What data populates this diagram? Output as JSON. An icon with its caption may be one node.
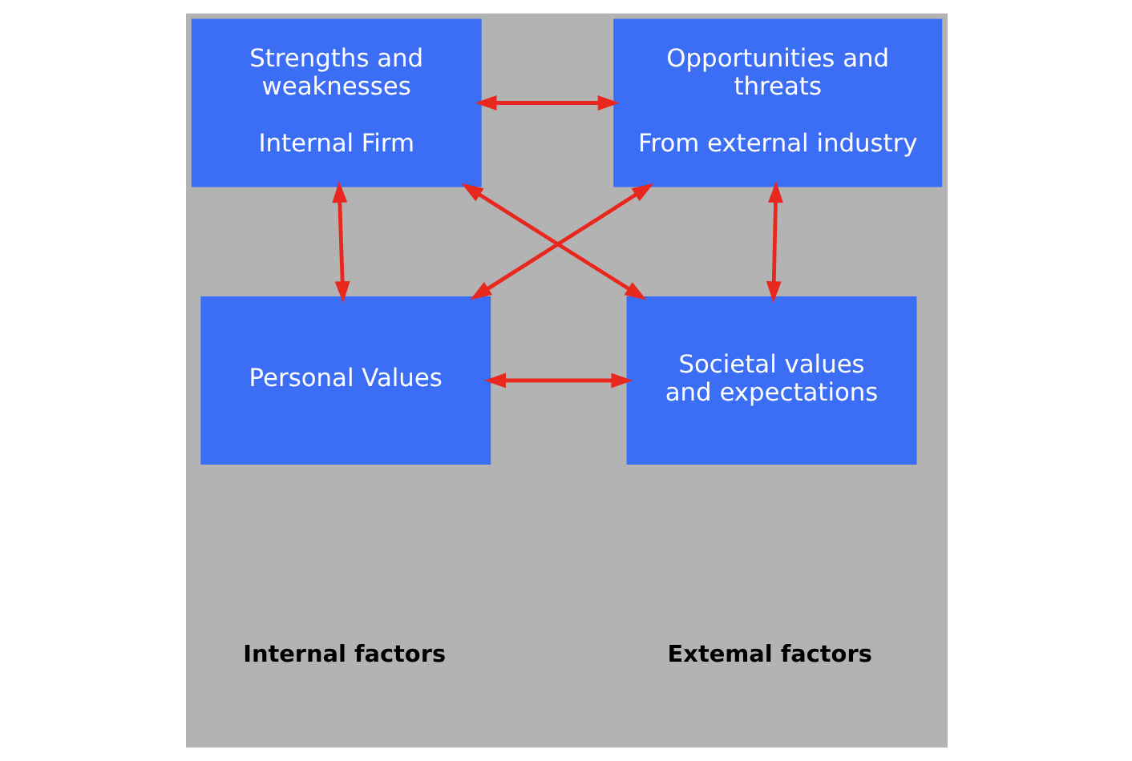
{
  "diagram": {
    "nodes": [
      {
        "text": [
          "Strengths and weaknesses",
          "Internal Firm"
        ]
      },
      {
        "text": [
          "Opportunities and threats",
          "From external industry"
        ]
      },
      {
        "text": [
          "Personal Values"
        ]
      },
      {
        "text": [
          "Societal values and expectations"
        ]
      }
    ],
    "edges": [
      {
        "from": 0,
        "to": 1,
        "arrow": "both"
      },
      {
        "from": 0,
        "to": 2,
        "arrow": "both"
      },
      {
        "from": 1,
        "to": 3,
        "arrow": "both"
      },
      {
        "from": 0,
        "to": 3,
        "arrow": "both"
      },
      {
        "from": 1,
        "to": 2,
        "arrow": "both"
      },
      {
        "from": 2,
        "to": 3,
        "arrow": "both"
      }
    ],
    "labels": [
      "Internal factors",
      "Extemal factors"
    ]
  }
}
